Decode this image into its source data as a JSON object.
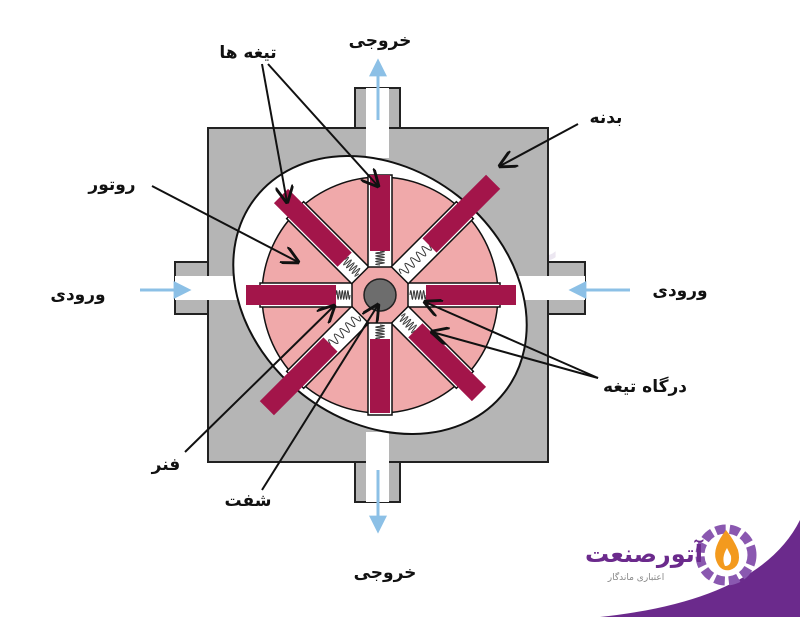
{
  "diagram": {
    "labels": {
      "outlet_top": "خروجی",
      "vanes": "تیغه ها",
      "body": "بدنه",
      "rotor": "روتور",
      "inlet_left": "ورودی",
      "inlet_right": "ورودی",
      "vane_slot": "درگاه تیغه",
      "spring": "فنر",
      "shaft": "شفت",
      "outlet_bottom": "خروجی"
    },
    "colors": {
      "body": "#b5b5b5",
      "rotor": "#f0a9aa",
      "vane": "#a3154a",
      "shaft": "#6d6d6d",
      "flow_arrow": "#8cc0e6",
      "brand_purple": "#6b2a8c",
      "brand_orange": "#f39a1e"
    }
  },
  "logo": {
    "name": "آتورصنعت",
    "tagline": "اعتباری ماندگار"
  }
}
